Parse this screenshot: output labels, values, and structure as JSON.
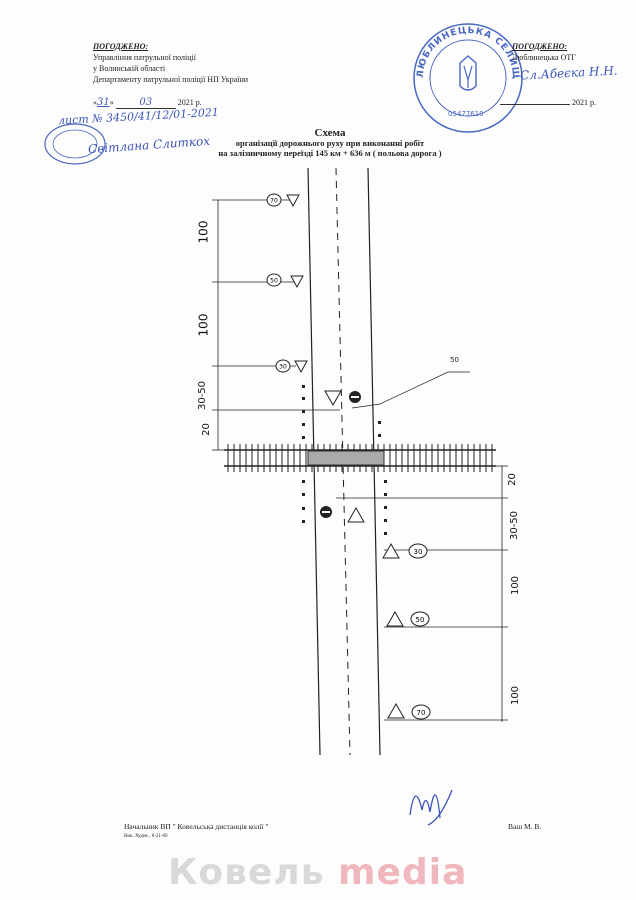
{
  "left_header": {
    "approved": "ПОГОДЖЕНО:",
    "line1": "Управління патрульної поліції",
    "line2": "у Волинській області",
    "line3": "Департаменту патрульної поліції НП України",
    "date_day": "31",
    "date_month": "03",
    "date_year": "2021 р.",
    "handwritten": "лист № 3450/41/12/01-2021"
  },
  "right_header": {
    "approved": "ПОГОДЖЕНО:",
    "line1": "Люблинецька ОТГ",
    "signature": "Сл.Абеєка Н.Н.",
    "date_year": "2021 р.",
    "seal_text": "ЛЮБЛИНЕЦЬКА СЕЛИЩНА",
    "seal_number": "05477610"
  },
  "left_stamp": {
    "text": "Світлана Слиткох"
  },
  "title": {
    "main": "Схема",
    "line2": "організації дорожнього руху при виконанні робіт",
    "line3": "на залізничному переїзді 145 км + 636 м ( польова дорога )"
  },
  "diagram": {
    "top_dims": [
      "100",
      "100",
      "30-50",
      "20"
    ],
    "bottom_dims": [
      "20",
      "30-50",
      "100",
      "100"
    ],
    "pointer_label": "50",
    "top_signs": [
      "70",
      "50",
      "30"
    ],
    "bottom_signs": [
      "30",
      "50",
      "70"
    ]
  },
  "footer": {
    "left": "Начальник ВП \" Ковельська дистанція колії \"",
    "right": "Ваш М. В.",
    "small": "Вик. Худик , 6-21-69"
  },
  "watermark": {
    "part1": "Ковель",
    "part2": "media"
  }
}
